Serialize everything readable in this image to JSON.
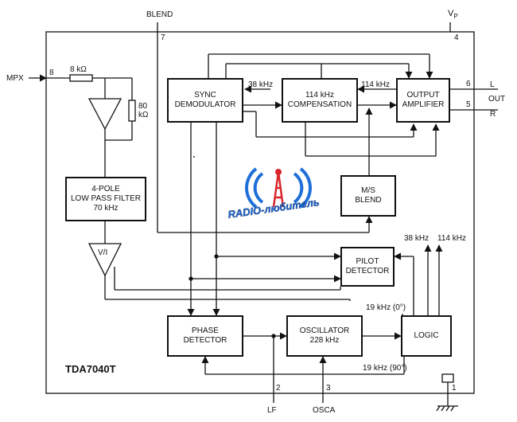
{
  "diagram": {
    "chip_name": "TDA7040T",
    "blocks": {
      "sync_demodulator": [
        "SYNC",
        "DEMODULATOR"
      ],
      "compensation": [
        "114 kHz",
        "COMPENSATION"
      ],
      "output_amplifier": [
        "OUTPUT",
        "AMPLIFIER"
      ],
      "low_pass_filter": [
        "4-POLE",
        "LOW PASS FILTER",
        "70 kHz"
      ],
      "ms_blend": [
        "M/S",
        "BLEND"
      ],
      "pilot_detector": [
        "PILOT",
        "DETECTOR"
      ],
      "phase_detector": [
        "PHASE",
        "DETECTOR"
      ],
      "oscillator": [
        "OSCILLATOR",
        "228 kHz"
      ],
      "logic": [
        "LOGIC"
      ]
    },
    "amp_labels": {
      "vi": "V/I"
    },
    "signals": {
      "mpx": "MPX",
      "blend": "BLEND",
      "vp_main": "V",
      "vp_sub": "P",
      "out_l": "L",
      "out": "OUT",
      "out_r": "R",
      "lf": "LF",
      "osca": "OSCA",
      "resistor_8k": "8 kΩ",
      "resistor_80k_1": "80",
      "resistor_80k_2": "kΩ",
      "f38_sync": "38 kHz",
      "f114_comp": "114 kHz",
      "f38_logic": "38 kHz",
      "f114_logic": "114 kHz",
      "f19_0": "19 kHz (0°)",
      "f19_90": "19 kHz (90°)"
    },
    "pins": {
      "p1": "1",
      "p2": "2",
      "p3": "3",
      "p4": "4",
      "p5": "5",
      "p6": "6",
      "p7": "7",
      "p8": "8"
    },
    "watermark": {
      "text": "RADIO-любитель",
      "colors": {
        "blue": "#1e6fd8",
        "red": "#d8262a",
        "dark": "#1a2f6b"
      }
    }
  }
}
